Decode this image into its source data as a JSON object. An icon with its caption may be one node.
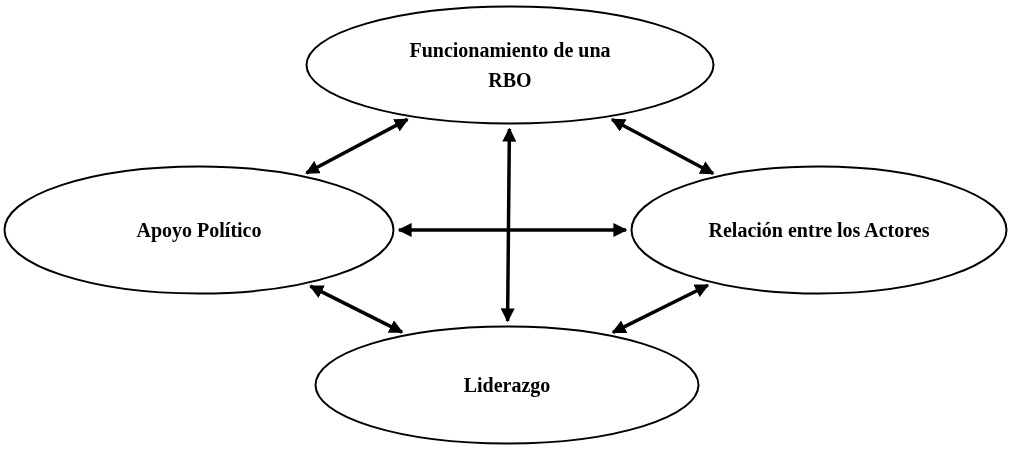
{
  "diagram": {
    "nodes": [
      {
        "text": [
          "Funcionamiento de una RBO"
        ]
      },
      {
        "text": [
          "Apoyo Político"
        ]
      },
      {
        "text": [
          "Relación entre los Actores"
        ]
      },
      {
        "text": [
          "Liderazgo"
        ]
      }
    ],
    "edges": [
      {
        "from": 0,
        "to": 1,
        "arrow": "both"
      },
      {
        "from": 0,
        "to": 2,
        "arrow": "both"
      },
      {
        "from": 1,
        "to": 2,
        "arrow": "both"
      },
      {
        "from": 0,
        "to": 3,
        "arrow": "both"
      },
      {
        "from": 1,
        "to": 3,
        "arrow": "both"
      },
      {
        "from": 2,
        "to": 3,
        "arrow": "both"
      }
    ]
  }
}
